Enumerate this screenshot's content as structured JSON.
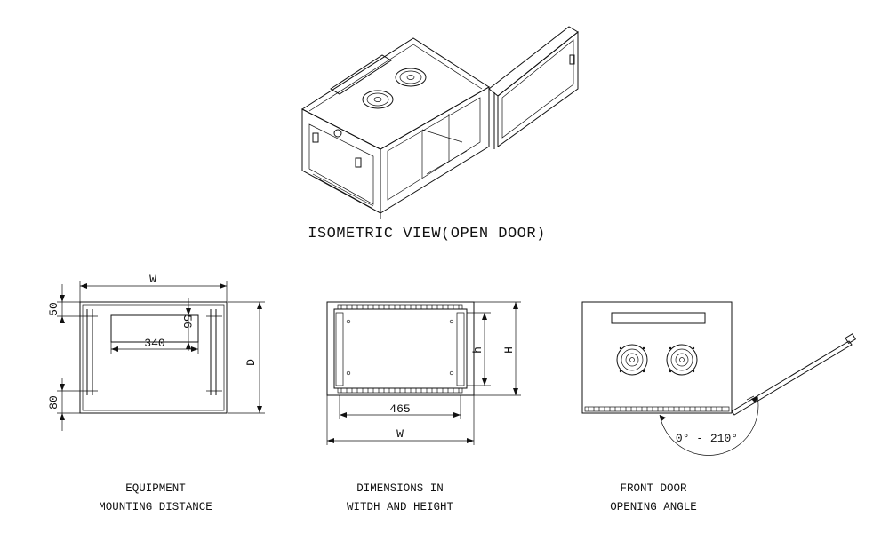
{
  "captions": {
    "title": "ISOMETRIC VIEW(OPEN DOOR)",
    "equipment_line1": "EQUIPMENT",
    "equipment_line2": "MOUNTING DISTANCE",
    "dimensions_line1": "DIMENSIONS IN",
    "dimensions_line2": "WITDH AND HEIGHT",
    "door_line1": "FRONT DOOR",
    "door_line2": "OPENING ANGLE"
  },
  "mounting_view": {
    "width_label": "W",
    "depth_label": "D",
    "top_offset": "50",
    "bottom_offset": "80",
    "slot_height": "56",
    "slot_width": "340"
  },
  "front_view": {
    "inner_height_label": "h",
    "height_label": "H",
    "rail_width": "465",
    "width_label": "W"
  },
  "door_view": {
    "angle_range": "0° - 210°"
  },
  "icons": [
    "fan-icon",
    "cable-slot-icon",
    "lock-icon",
    "hinge-icon"
  ]
}
